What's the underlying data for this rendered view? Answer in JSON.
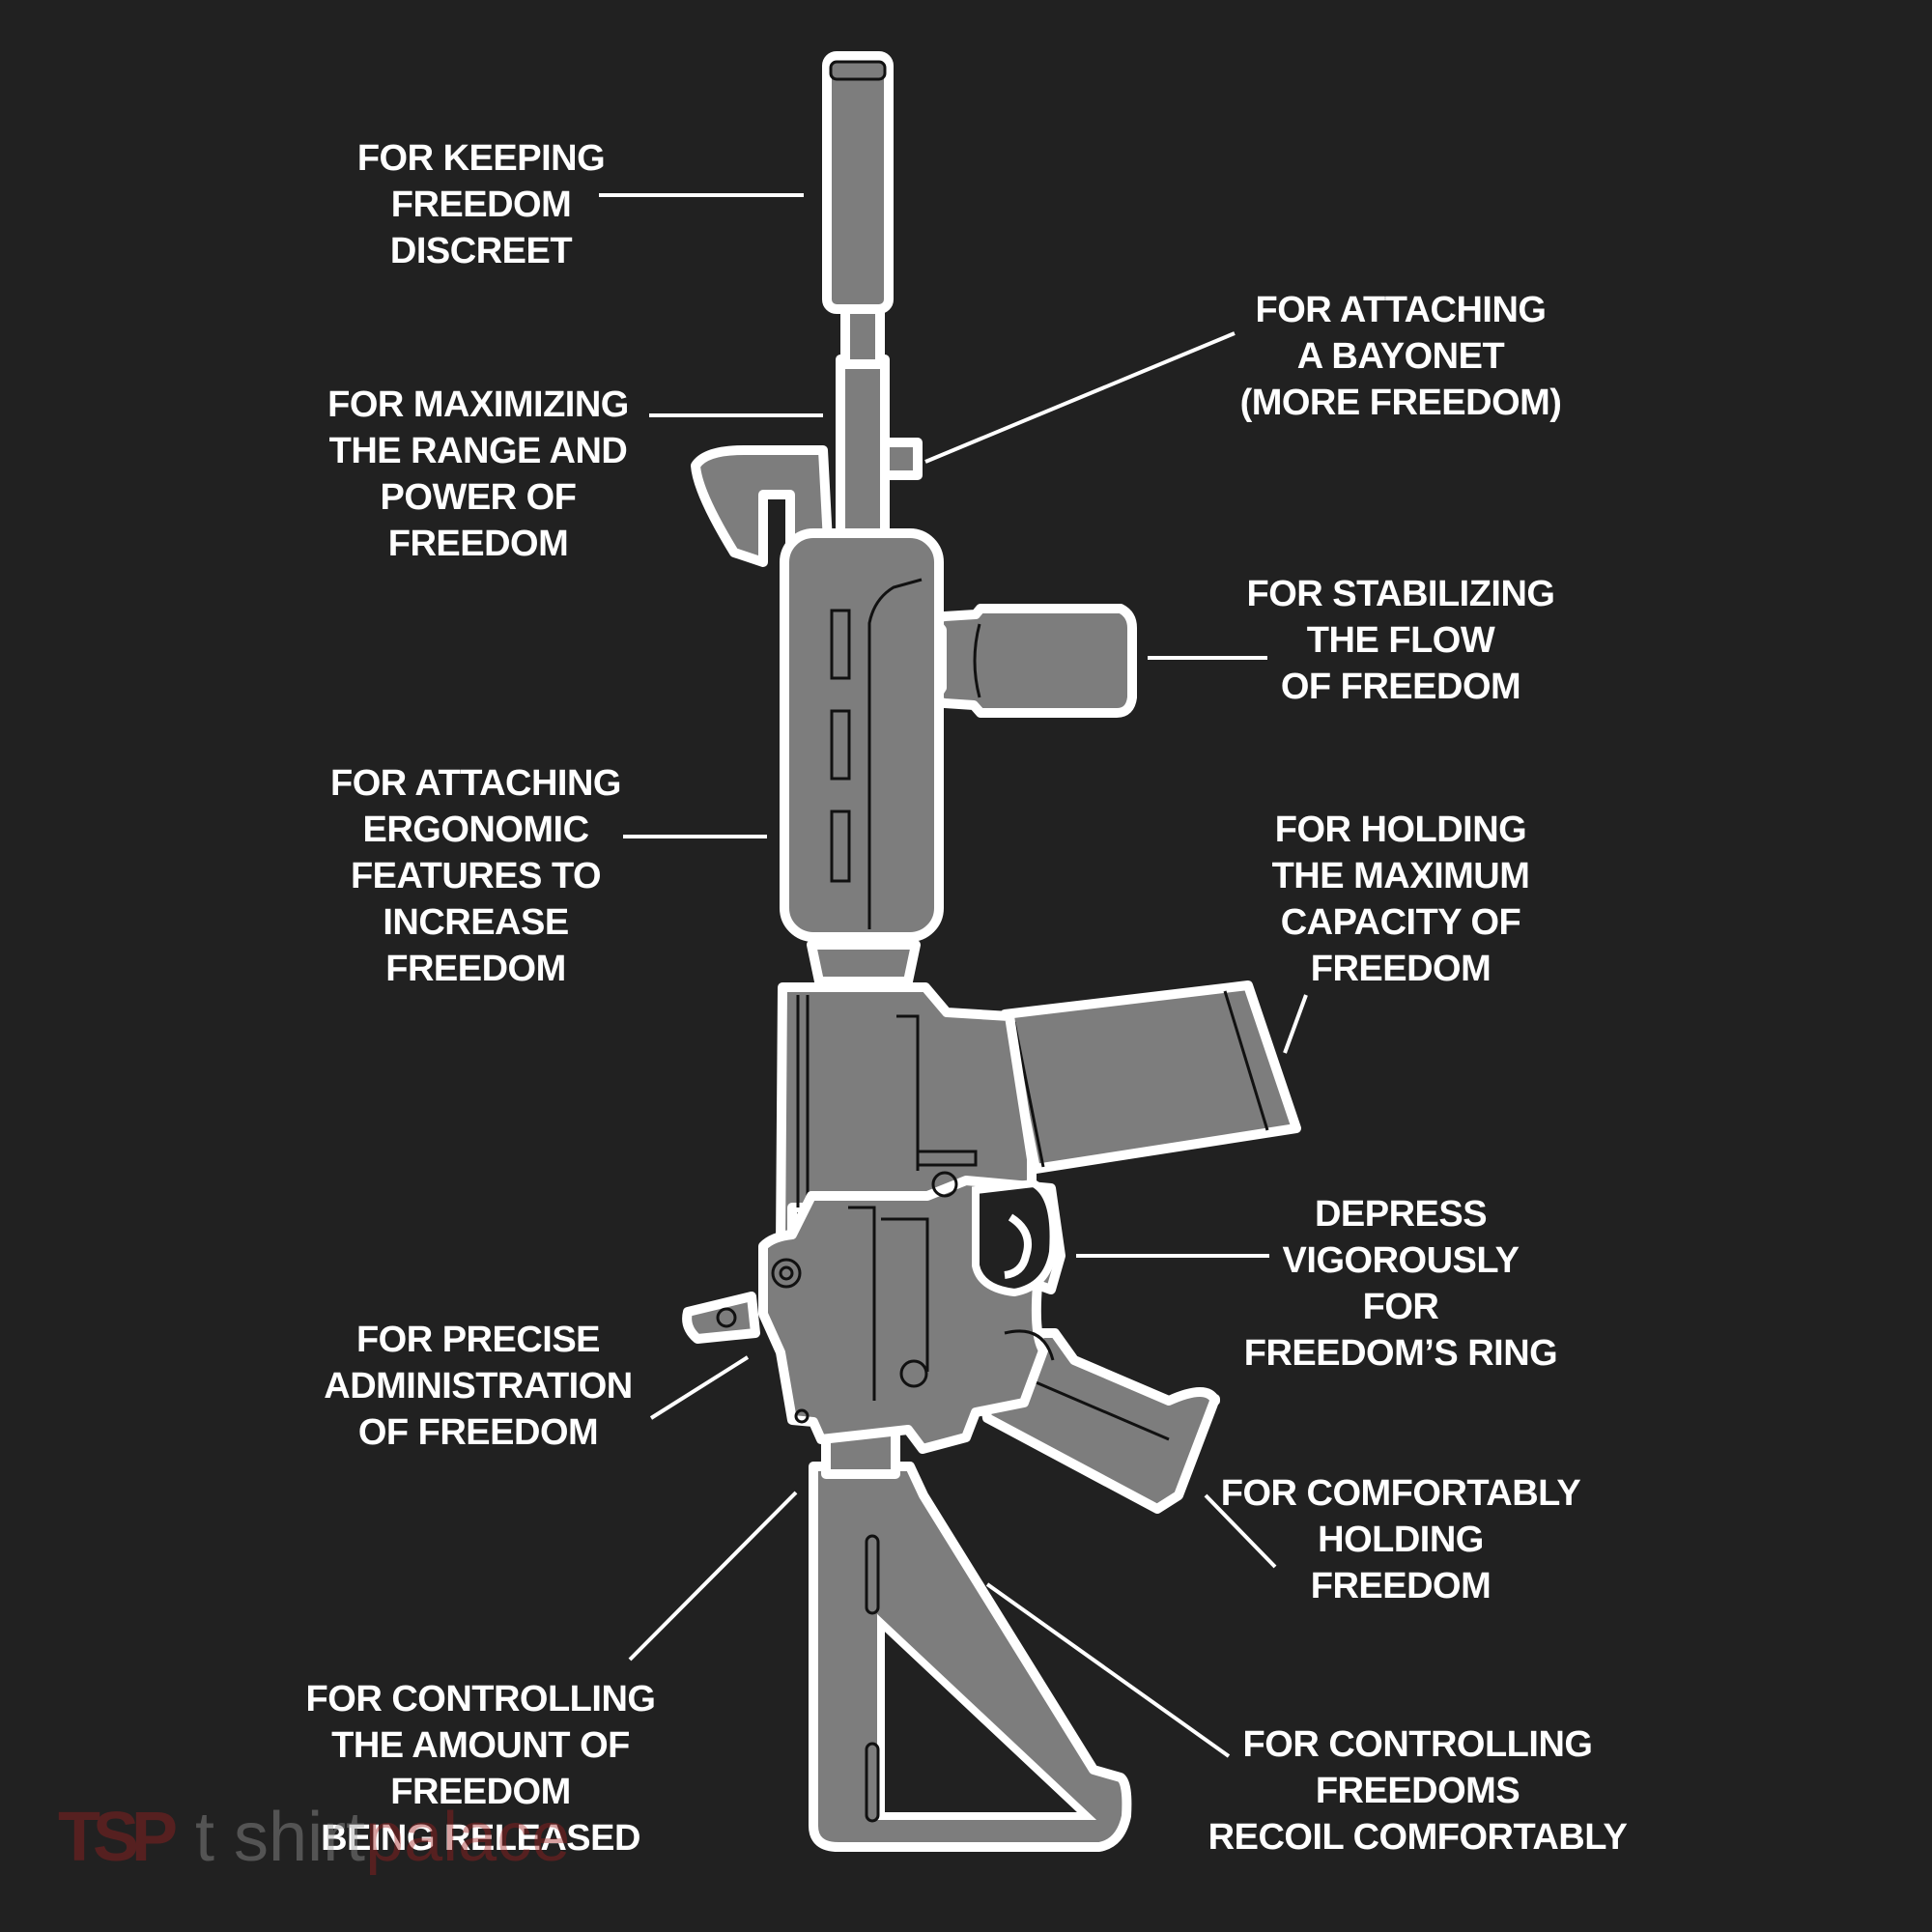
{
  "colors": {
    "background": "#212121",
    "part_fill": "#7d7d7d",
    "outline": "#ffffff",
    "detail": "#111111",
    "watermark_red": "#a02020"
  },
  "callouts": {
    "suppressor": [
      "FOR KEEPING",
      "FREEDOM",
      "DISCREET"
    ],
    "barrel": [
      "FOR MAXIMIZING",
      "THE RANGE AND",
      "POWER OF",
      "FREEDOM"
    ],
    "bayonet_lug": [
      "FOR ATTACHING",
      "A BAYONET",
      "(MORE FREEDOM)"
    ],
    "foregrip": [
      "FOR STABILIZING",
      "THE FLOW",
      "OF FREEDOM"
    ],
    "handguard": [
      "FOR ATTACHING",
      "ERGONOMIC",
      "FEATURES TO",
      "INCREASE",
      "FREEDOM"
    ],
    "magazine": [
      "FOR HOLDING",
      "THE MAXIMUM",
      "CAPACITY OF",
      "FREEDOM"
    ],
    "trigger": [
      "DEPRESS",
      "VIGOROUSLY",
      "FOR",
      "FREEDOM’S RING"
    ],
    "sling_mount": [
      "FOR PRECISE",
      "ADMINISTRATION",
      "OF FREEDOM"
    ],
    "pistol_grip": [
      "FOR COMFORTABLY",
      "HOLDING",
      "FREEDOM"
    ],
    "buffer_tube": [
      "FOR CONTROLLING",
      "THE AMOUNT OF",
      "FREEDOM",
      "BEING RELEASED"
    ],
    "stock": [
      "FOR CONTROLLING",
      "FREEDOMS",
      "RECOIL COMFORTABLY"
    ]
  },
  "watermark": {
    "logo": "TSP",
    "text_1": "t shirt",
    "text_2": "palace"
  }
}
